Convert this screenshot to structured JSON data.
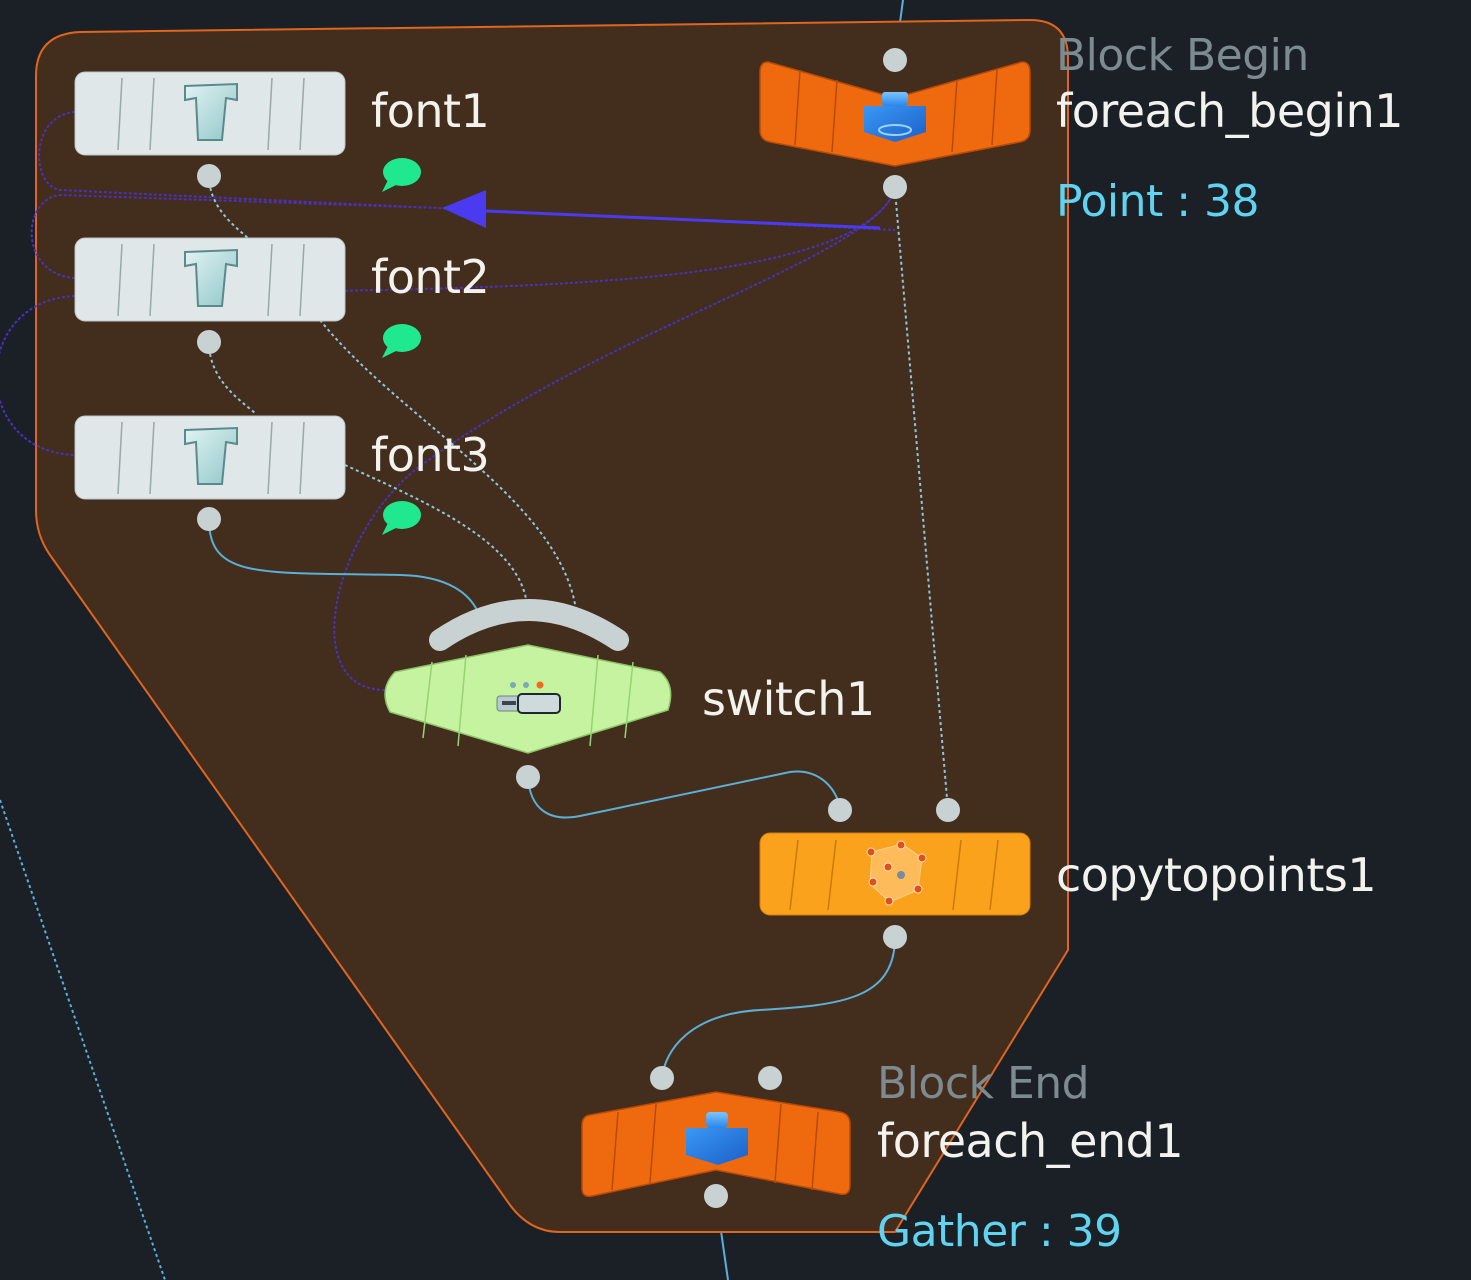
{
  "app": "Houdini Network Editor",
  "colors": {
    "background": "#1b2027",
    "network_box_fill": "#432d1c",
    "network_box_border": "#e0651e",
    "font_node": "#dfe7e8",
    "foreach_node": "#ef6a0e",
    "copytopoints_node": "#fba21c",
    "switch_node": "#c6f3a0",
    "connector": "#c9d2d3",
    "comment_badge": "#1fe88f",
    "wire_blue": "#5ab0d8",
    "wire_purple": "#4a31b8",
    "info_text": "#5fd3ef"
  },
  "nodes": [
    {
      "id": "font1",
      "name": "font1",
      "type": "font",
      "icon": "font-T-icon",
      "has_comment": true
    },
    {
      "id": "font2",
      "name": "font2",
      "type": "font",
      "icon": "font-T-icon",
      "has_comment": true
    },
    {
      "id": "font3",
      "name": "font3",
      "type": "font",
      "icon": "font-T-icon",
      "has_comment": true
    },
    {
      "id": "foreach_begin1",
      "name": "foreach_begin1",
      "type": "Block Begin",
      "icon": "block-cube-icon",
      "info": "Point : 38"
    },
    {
      "id": "switch1",
      "name": "switch1",
      "type": "switch",
      "icon": "switch-toggle-icon"
    },
    {
      "id": "copytopoints1",
      "name": "copytopoints1",
      "type": "copytopoints",
      "icon": "copy-points-icon"
    },
    {
      "id": "foreach_end1",
      "name": "foreach_end1",
      "type": "Block End",
      "icon": "block-cube-icon",
      "info": "Gather : 39"
    }
  ]
}
